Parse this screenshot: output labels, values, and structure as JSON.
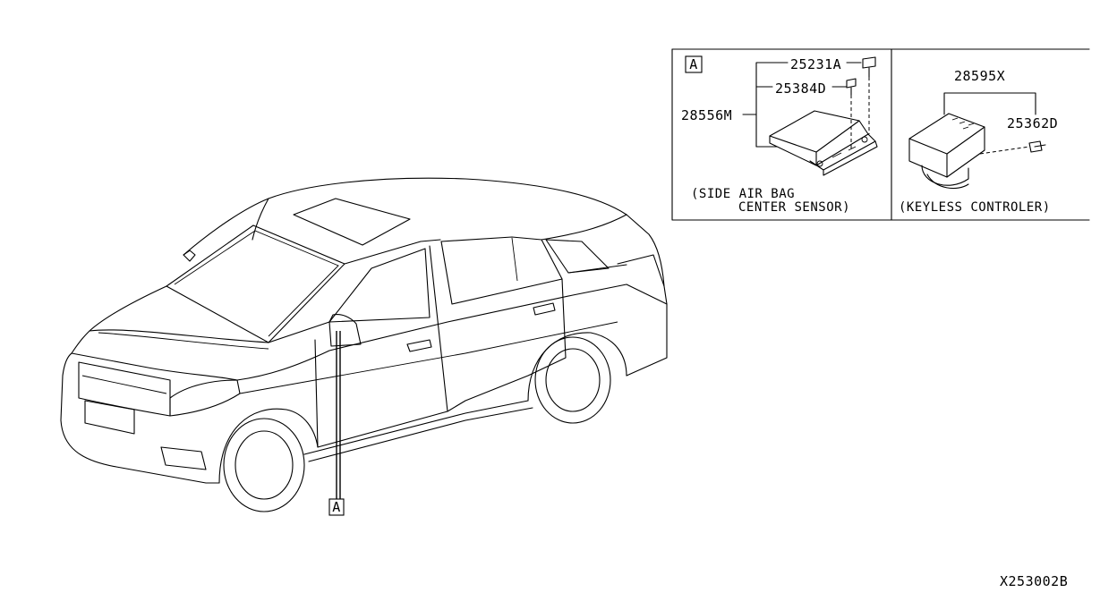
{
  "diagram_code": "X253002B",
  "view_marker": "A",
  "callout_marker": "A",
  "left_panel": {
    "marker": "A",
    "parts": {
      "bolt_upper": "25231A",
      "bolt_lower": "25384D",
      "sensor": "28556M"
    },
    "caption_line1": "(SIDE AIR BAG",
    "caption_line2": "CENTER SENSOR)"
  },
  "right_panel": {
    "parts": {
      "controller": "28595X",
      "screw": "25362D"
    },
    "caption": "(KEYLESS CONTROLER)"
  },
  "icons": {
    "vehicle": "sedan-car-icon",
    "sensor": "air-bag-sensor-icon",
    "controller": "keyless-controller-icon"
  }
}
